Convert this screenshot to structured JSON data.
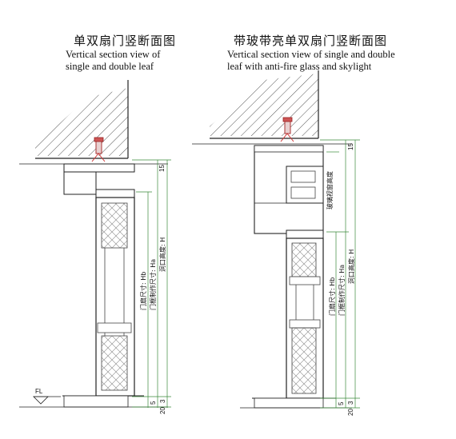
{
  "left": {
    "title_cn": "单双扇门竖断面图",
    "title_en_line1": "Vertical section view of",
    "title_en_line2": "single and double leaf",
    "dim_top": "15",
    "dim_bottom_a": "5",
    "dim_bottom_b": "20",
    "dim_bottom_c": "3",
    "label_leaf": "门扇尺寸: Hb",
    "label_frame": "门框制作尺寸: Ha",
    "label_opening": "洞口高度: H"
  },
  "right": {
    "title_cn": "带玻带亮单双扇门竖断面图",
    "title_en_line1": "Vertical section view of single and double",
    "title_en_line2": "leaf with anti-fire glass and skylight",
    "dim_top": "15",
    "dim_bottom_a": "5",
    "dim_bottom_b": "20",
    "dim_bottom_c": "3",
    "label_glass": "玻璃视窗高度",
    "label_leaf": "门扇尺寸: Hb",
    "label_frame": "门框制作尺寸: Ha",
    "label_opening": "洞口高度: H"
  },
  "floor_label": "FL"
}
